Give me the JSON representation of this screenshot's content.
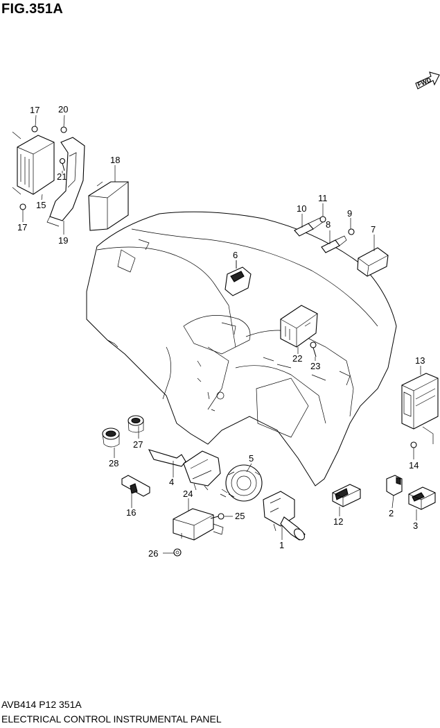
{
  "header": {
    "title": "FIG.351A"
  },
  "footer": {
    "code": "AVB414 P12 351A",
    "description": "ELECTRICAL CONTROL INSTRUMENTAL PANEL"
  },
  "direction": {
    "label": "FWD"
  },
  "callouts": {
    "p1": "1",
    "p2": "2",
    "p3": "3",
    "p4": "4",
    "p5": "5",
    "p6": "6",
    "p7": "7",
    "p8": "8",
    "p9": "9",
    "p10": "10",
    "p11": "11",
    "p12": "12",
    "p13": "13",
    "p14": "14",
    "p15": "15",
    "p16": "16",
    "p17a": "17",
    "p17b": "17",
    "p18": "18",
    "p19": "19",
    "p20": "20",
    "p21": "21",
    "p22": "22",
    "p23": "23",
    "p24": "24",
    "p25": "25",
    "p26": "26",
    "p27": "27",
    "p28": "28"
  }
}
